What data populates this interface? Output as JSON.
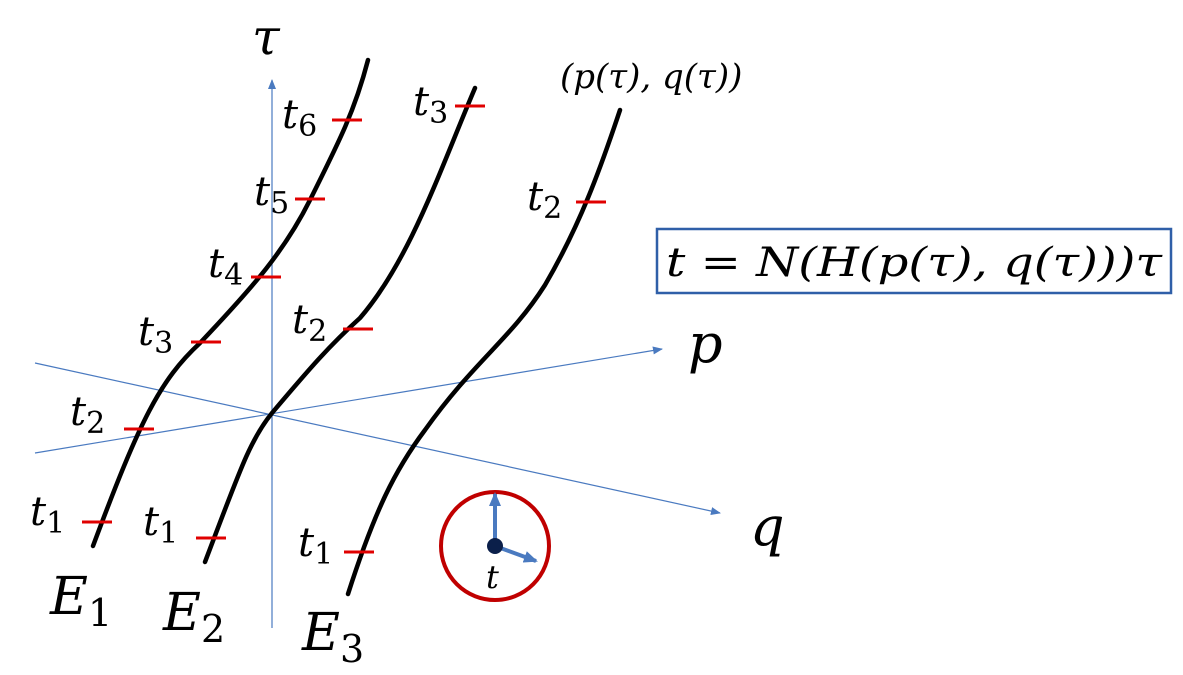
{
  "axes": {
    "tau": "τ",
    "p": "p",
    "q": "q"
  },
  "curve_label": "(p(τ), q(τ))",
  "equation": "t = N(H(p(τ), q(τ)))τ",
  "energies": [
    {
      "base": "E",
      "sub": "1"
    },
    {
      "base": "E",
      "sub": "2"
    },
    {
      "base": "E",
      "sub": "3"
    }
  ],
  "ticks": {
    "e1": [
      {
        "base": "t",
        "sub": "1"
      },
      {
        "base": "t",
        "sub": "2"
      },
      {
        "base": "t",
        "sub": "3"
      },
      {
        "base": "t",
        "sub": "4"
      },
      {
        "base": "t",
        "sub": "5"
      },
      {
        "base": "t",
        "sub": "6"
      }
    ],
    "e2": [
      {
        "base": "t",
        "sub": "1"
      },
      {
        "base": "t",
        "sub": "2"
      },
      {
        "base": "t",
        "sub": "3"
      }
    ],
    "e3": [
      {
        "base": "t",
        "sub": "1"
      },
      {
        "base": "t",
        "sub": "2"
      }
    ]
  },
  "clock_label": "t",
  "colors": {
    "axis": "#4a7ac0",
    "tick": "#e00000",
    "clock": "#c00000",
    "box": "#2f5fa8"
  }
}
